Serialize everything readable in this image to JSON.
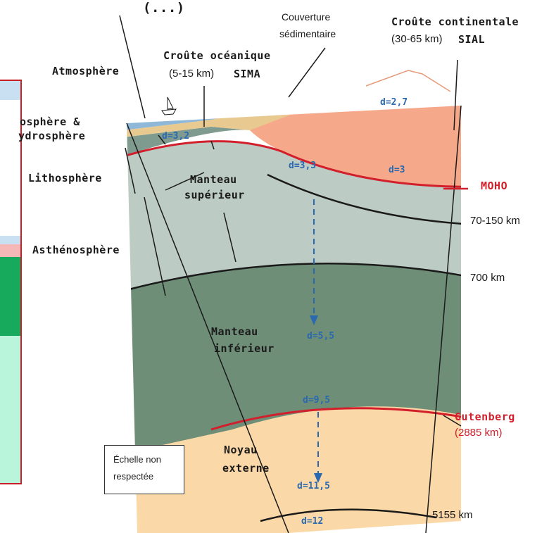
{
  "title_fragment": "(...)",
  "labels": {
    "atmosphere": "Atmosphère",
    "hydrosphere_line1": "osphère &",
    "hydrosphere_line2": "ydrosphère",
    "lithosphere": "Lithosphère",
    "asthenosphere": "Asthénosphère",
    "sediment_line1": "Couverture",
    "sediment_line2": "sédimentaire",
    "oceanic_crust_title": "Croûte océanique",
    "oceanic_crust_depth": "(5-15 km)",
    "oceanic_crust_type": "SIMA",
    "continental_crust_title": "Croûte continentale",
    "continental_crust_depth": "(30-65 km)",
    "continental_crust_type": "SIAL",
    "upper_mantle_line1": "Manteau",
    "upper_mantle_line2": "supérieur",
    "lower_mantle_line1": "Manteau",
    "lower_mantle_line2": "inférieur",
    "outer_core_line1": "Noyau",
    "outer_core_line2": "externe",
    "moho": "MOHO",
    "depth_lithosphere": "70-150 km",
    "depth_700": "700 km",
    "gutenberg": "Gutenberg",
    "gutenberg_depth": "(2885 km)",
    "depth_5155": "5155 km"
  },
  "densities": {
    "continental_top": "d=2,7",
    "continental_base": "d=3",
    "oceanic": "d=3,2",
    "upper_mantle": "d=3,3",
    "lower_mantle": "d=5,5",
    "lower_mantle_base": "d=9,5",
    "outer_core": "d=11,5",
    "inner_core": "d=12"
  },
  "scale_note": {
    "line1": "Échelle non",
    "line2": "respectée"
  },
  "colors": {
    "atmosphere": "#cfe3f5",
    "ocean": "#8fb8d8",
    "sediment": "#e8c98f",
    "continental_crust": "#f6a98a",
    "oceanic_crust": "#7f9a8f",
    "upper_mantle": "#bccbc4",
    "lower_mantle": "#6e8e78",
    "outer_core": "#fbd8a7",
    "moho_line": "#d21f2b",
    "density_text": "#2a68b0",
    "table_border": "#c92028"
  }
}
